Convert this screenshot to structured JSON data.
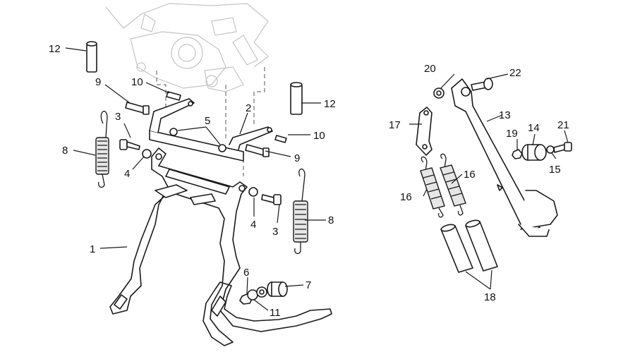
{
  "callouts": [
    {
      "id": "c1",
      "text": "1"
    },
    {
      "id": "c2",
      "text": "2"
    },
    {
      "id": "c3a",
      "text": "3"
    },
    {
      "id": "c3b",
      "text": "3"
    },
    {
      "id": "c4a",
      "text": "4"
    },
    {
      "id": "c4b",
      "text": "4"
    },
    {
      "id": "c5",
      "text": "5"
    },
    {
      "id": "c6",
      "text": "6"
    },
    {
      "id": "c7",
      "text": "7"
    },
    {
      "id": "c8a",
      "text": "8"
    },
    {
      "id": "c8b",
      "text": "8"
    },
    {
      "id": "c9a",
      "text": "9"
    },
    {
      "id": "c9b",
      "text": "9"
    },
    {
      "id": "c10a",
      "text": "10"
    },
    {
      "id": "c10b",
      "text": "10"
    },
    {
      "id": "c11",
      "text": "11"
    },
    {
      "id": "c12a",
      "text": "12"
    },
    {
      "id": "c12b",
      "text": "12"
    },
    {
      "id": "c13",
      "text": "13"
    },
    {
      "id": "c14",
      "text": "14"
    },
    {
      "id": "c15",
      "text": "15"
    },
    {
      "id": "c16a",
      "text": "16"
    },
    {
      "id": "c16b",
      "text": "16"
    },
    {
      "id": "c17",
      "text": "17"
    },
    {
      "id": "c18",
      "text": "18"
    },
    {
      "id": "c19",
      "text": "19"
    },
    {
      "id": "c20",
      "text": "20"
    },
    {
      "id": "c21",
      "text": "21"
    },
    {
      "id": "c22",
      "text": "22"
    }
  ],
  "colors": {
    "line": "#1a1a1a",
    "ghost": "#c4c4c4",
    "background": "#ffffff"
  }
}
